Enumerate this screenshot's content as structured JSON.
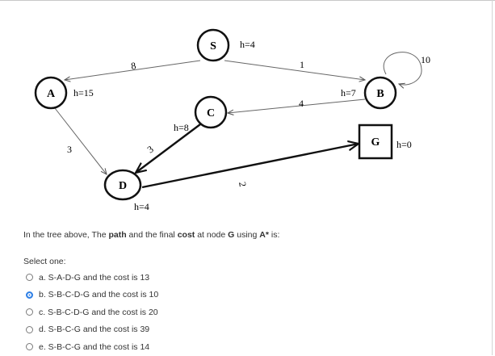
{
  "diagram": {
    "nodes": [
      {
        "id": "S",
        "h": "h=4"
      },
      {
        "id": "A",
        "h": "h=15"
      },
      {
        "id": "B",
        "h": "h=7"
      },
      {
        "id": "C",
        "h": "h=8"
      },
      {
        "id": "D",
        "h": "h=4"
      },
      {
        "id": "G",
        "h": "h=0"
      }
    ],
    "edges": [
      {
        "from": "S",
        "to": "A",
        "weight": "8"
      },
      {
        "from": "S",
        "to": "B",
        "weight": "1"
      },
      {
        "from": "B",
        "to": "B",
        "weight": "10"
      },
      {
        "from": "B",
        "to": "C",
        "weight": "4"
      },
      {
        "from": "A",
        "to": "D",
        "weight": "3"
      },
      {
        "from": "C",
        "to": "D",
        "weight": "3"
      },
      {
        "from": "D",
        "to": "G",
        "weight": "2"
      }
    ]
  },
  "question": {
    "prefix": "In the tree above, The ",
    "path_word": "path",
    "middle1": " and the final ",
    "cost_word": "cost",
    "middle2": " at node ",
    "node_word": "G",
    "middle3": " using ",
    "algo_word": "A*",
    "suffix": " is:"
  },
  "select_label": "Select one:",
  "options": [
    {
      "label": "a. S-A-D-G and the cost is 13",
      "selected": false
    },
    {
      "label": "b. S-B-C-D-G and the cost is 10",
      "selected": true
    },
    {
      "label": "c. S-B-C-D-G and the cost is 20",
      "selected": false
    },
    {
      "label": "d. S-B-C-G and the cost is 39",
      "selected": false
    },
    {
      "label": "e. S-B-C-G and the cost is 14",
      "selected": false
    }
  ],
  "colors": {
    "radio_selected": "#2f80e6",
    "text": "#333333"
  }
}
